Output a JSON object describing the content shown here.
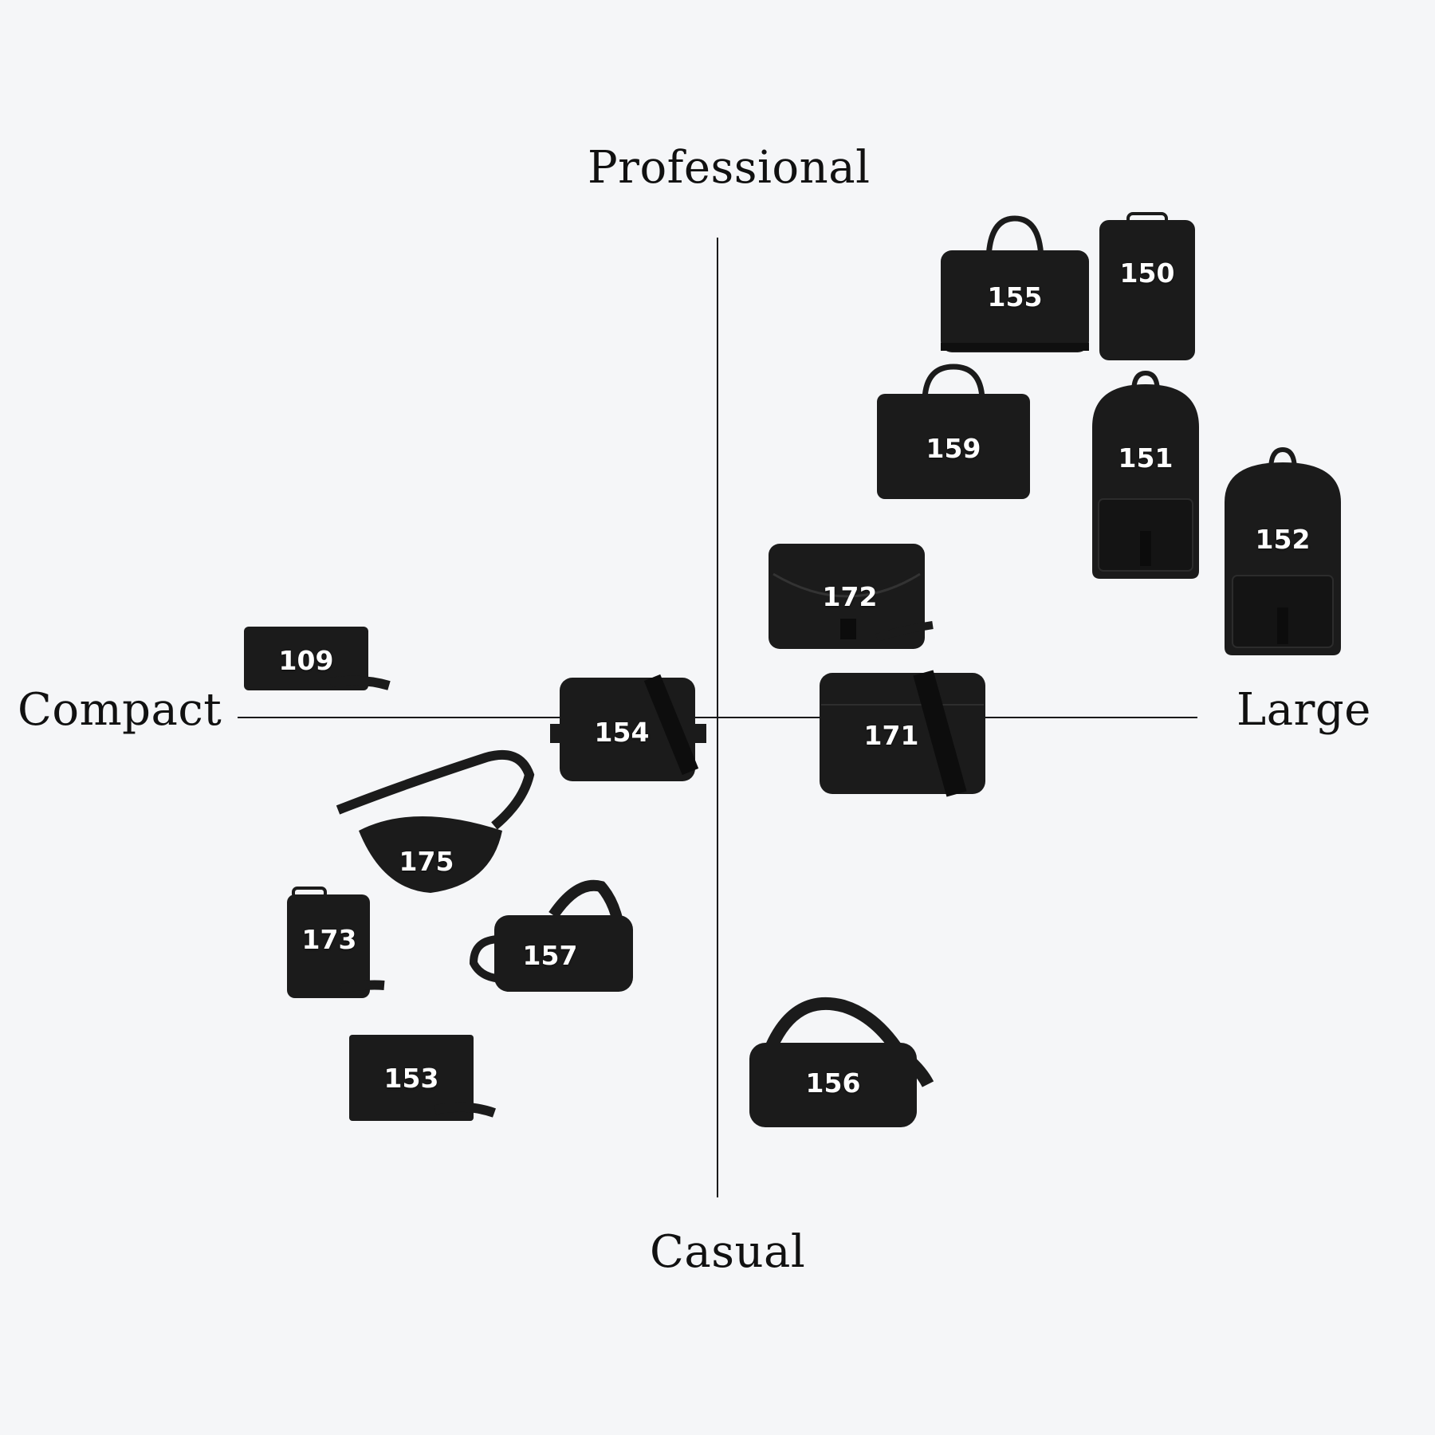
{
  "axes": {
    "top": "Professional",
    "bottom": "Casual",
    "left": "Compact",
    "right": "Large"
  },
  "colors": {
    "background": "#f5f6f8",
    "bag": "#1b1b1b",
    "axis": "#1a1a1a",
    "label": "#ffffff"
  },
  "bags": [
    {
      "id": "155",
      "type": "briefcase"
    },
    {
      "id": "150",
      "type": "slim-backpack"
    },
    {
      "id": "159",
      "type": "briefcase"
    },
    {
      "id": "151",
      "type": "backpack"
    },
    {
      "id": "152",
      "type": "backpack"
    },
    {
      "id": "172",
      "type": "messenger"
    },
    {
      "id": "109",
      "type": "pouch"
    },
    {
      "id": "154",
      "type": "crossbody"
    },
    {
      "id": "171",
      "type": "messenger"
    },
    {
      "id": "175",
      "type": "belt-bag"
    },
    {
      "id": "173",
      "type": "phone-pouch"
    },
    {
      "id": "157",
      "type": "sling"
    },
    {
      "id": "153",
      "type": "pouch"
    },
    {
      "id": "156",
      "type": "sling"
    }
  ]
}
